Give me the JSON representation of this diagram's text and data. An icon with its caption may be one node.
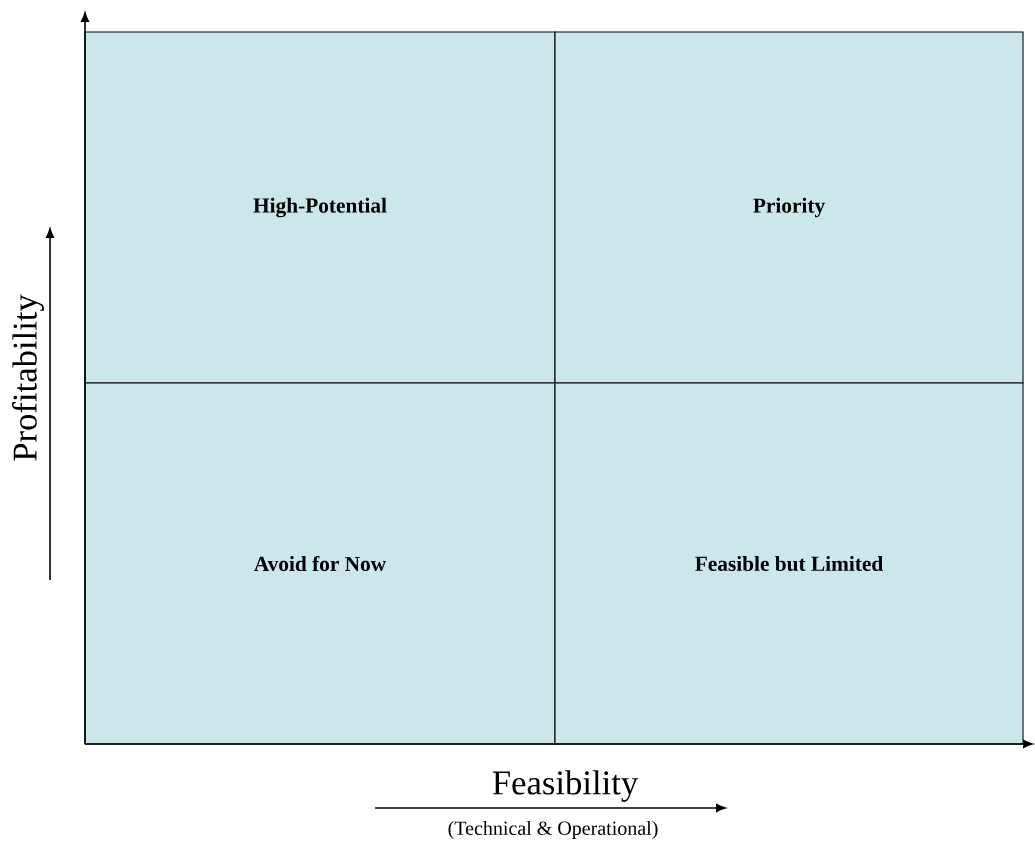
{
  "diagram": {
    "nodes": [
      {
        "text": [
          "High-Potential"
        ]
      },
      {
        "text": [
          "Priority"
        ]
      },
      {
        "text": [
          "Avoid for Now"
        ]
      },
      {
        "text": [
          "Feasible but Limited"
        ]
      }
    ],
    "labels": [
      "Profitability",
      "Feasibility",
      "(Technical & Operational)"
    ]
  }
}
